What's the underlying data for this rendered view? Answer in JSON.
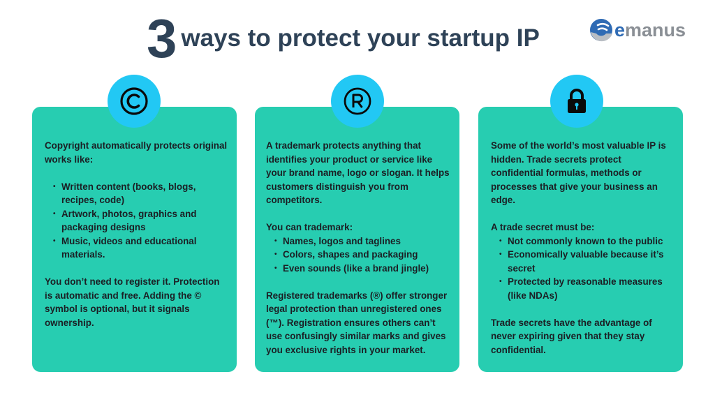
{
  "header": {
    "number": "3",
    "title": "ways to protect your startup IP"
  },
  "logo": {
    "text_e": "e",
    "text_rest": "manus",
    "brand_color": "#2f6bb4",
    "text_color": "#8a8f95"
  },
  "colors": {
    "card_bg": "#27cdb1",
    "badge_bg": "#22c8f4",
    "title": "#2e4257"
  },
  "cards": [
    {
      "icon": "copyright-icon",
      "intro": "Copyright automatically protects original works like:",
      "list_lead": "",
      "bullets": [
        "Written content (books, blogs, recipes, code)",
        "Artwork, photos, graphics and packaging designs",
        "Music, videos and educational materials."
      ],
      "closing": "You don’t need to register it. Protection is automatic and free. Adding the © symbol is optional, but it signals ownership."
    },
    {
      "icon": "registered-trademark-icon",
      "intro": "A trademark protects anything that identifies your product or service like your brand name, logo or slogan. It helps customers distinguish you from competitors.",
      "list_lead": "You can trademark:",
      "bullets": [
        "Names, logos and taglines",
        "Colors, shapes and packaging",
        "Even sounds (like a brand jingle)"
      ],
      "closing": "Registered trademarks (®) offer stronger legal protection than unregistered ones (™). Registration ensures others can’t use confusingly similar marks and gives you exclusive rights in your market."
    },
    {
      "icon": "lock-icon",
      "intro": "Some of the world’s most valuable IP is hidden. Trade secrets protect confidential formulas, methods or processes that give your business an edge.",
      "list_lead": "A trade secret must be:",
      "bullets": [
        "Not commonly known to the public",
        "Economically valuable because it’s secret",
        "Protected by reasonable measures (like NDAs)"
      ],
      "closing": "Trade secrets have the advantage of never expiring given that they stay confidential."
    }
  ]
}
